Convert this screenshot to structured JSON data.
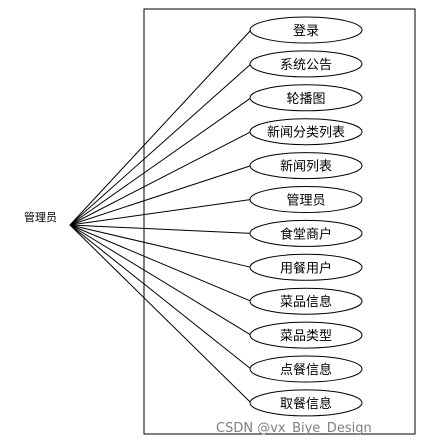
{
  "actor": {
    "name": "管理员"
  },
  "use_cases": [
    {
      "label": "登录"
    },
    {
      "label": "系统公告"
    },
    {
      "label": "轮播图"
    },
    {
      "label": "新闻分类列表"
    },
    {
      "label": "新闻列表"
    },
    {
      "label": "管理员"
    },
    {
      "label": "食堂商户"
    },
    {
      "label": "用餐用户"
    },
    {
      "label": "菜品信息"
    },
    {
      "label": "菜品类型"
    },
    {
      "label": "点餐信息"
    },
    {
      "label": "取餐信息"
    }
  ],
  "watermark": "CSDN @vx_Biye_Design",
  "colors": {
    "line": "#000000",
    "ellipse_fill": "#ffffff",
    "watermark": "#7f7f7f"
  }
}
